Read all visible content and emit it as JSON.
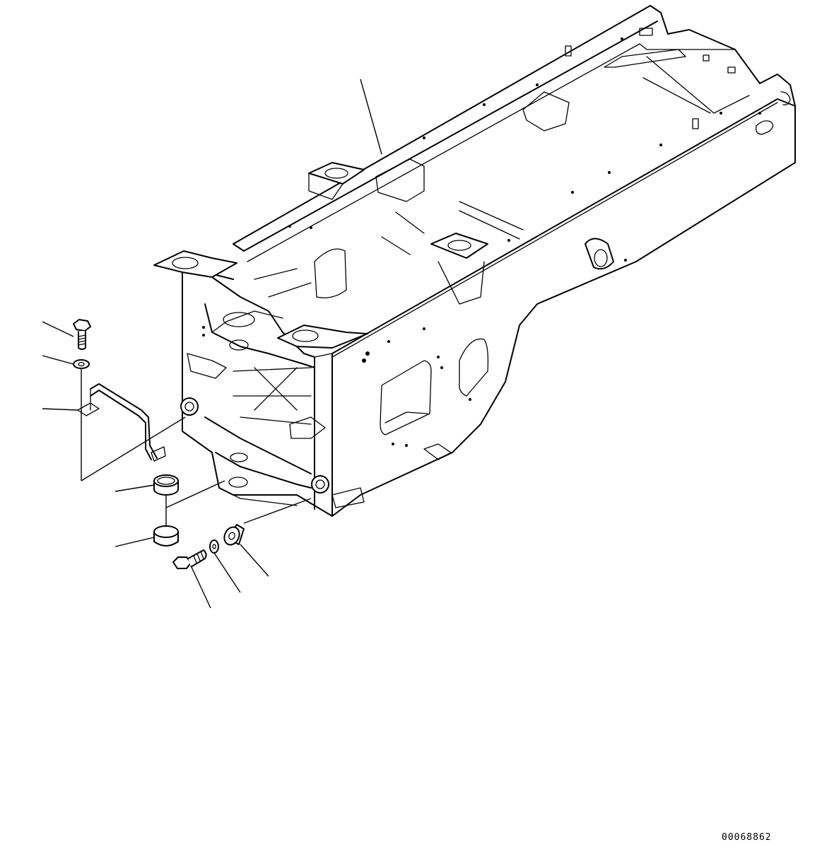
{
  "drawing": {
    "number": "00068862"
  },
  "parts": [
    {
      "id": "main-frame",
      "shape": "frame"
    },
    {
      "id": "bolt-upper",
      "shape": "bolt"
    },
    {
      "id": "washer-upper",
      "shape": "washer"
    },
    {
      "id": "bracket",
      "shape": "bracket"
    },
    {
      "id": "bushing",
      "shape": "bushing"
    },
    {
      "id": "cap",
      "shape": "cap"
    },
    {
      "id": "bolt-lower",
      "shape": "bolt"
    },
    {
      "id": "washer-lower",
      "shape": "washer"
    },
    {
      "id": "spacer",
      "shape": "spacer"
    }
  ]
}
